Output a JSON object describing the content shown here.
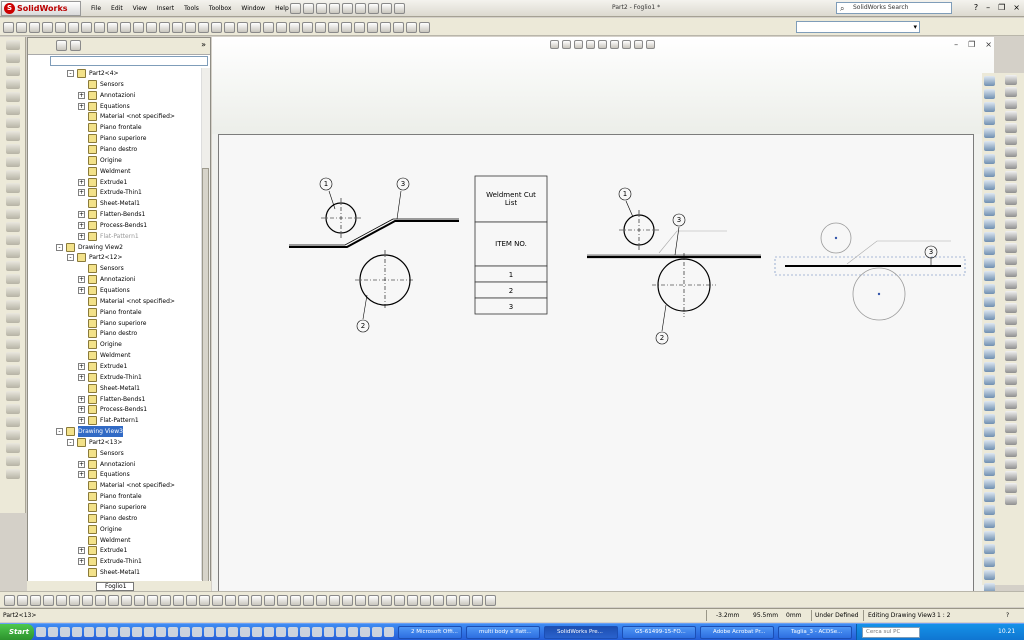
{
  "app": {
    "logo": "SolidWorks",
    "document_title": "Part2 - Foglio1 *"
  },
  "menu": [
    "File",
    "Edit",
    "View",
    "Insert",
    "Tools",
    "Toolbox",
    "Window",
    "Help"
  ],
  "search": {
    "placeholder": "SolidWorks Search"
  },
  "help_icon": "?",
  "tree": [
    {
      "label": "Part2<4>",
      "indent": 0,
      "icon": "part-icon",
      "exp": "-"
    },
    {
      "label": "Sensors",
      "indent": 1,
      "icon": "sensor-icon"
    },
    {
      "label": "Annotazioni",
      "indent": 1,
      "icon": "annotation-icon",
      "exp": "+"
    },
    {
      "label": "Equations",
      "indent": 1,
      "icon": "equation-icon",
      "exp": "+"
    },
    {
      "label": "Material <not specified>",
      "indent": 1,
      "icon": "material-icon"
    },
    {
      "label": "Piano frontale",
      "indent": 1,
      "icon": "plane-icon"
    },
    {
      "label": "Piano superiore",
      "indent": 1,
      "icon": "plane-icon"
    },
    {
      "label": "Piano destro",
      "indent": 1,
      "icon": "plane-icon"
    },
    {
      "label": "Origine",
      "indent": 1,
      "icon": "origin-icon"
    },
    {
      "label": "Weldment",
      "indent": 1,
      "icon": "weldment-icon"
    },
    {
      "label": "Extrude1",
      "indent": 1,
      "icon": "extrude-icon",
      "exp": "+"
    },
    {
      "label": "Extrude-Thin1",
      "indent": 1,
      "icon": "extrude-icon",
      "exp": "+"
    },
    {
      "label": "Sheet-Metal1",
      "indent": 1,
      "icon": "sheet-metal-icon"
    },
    {
      "label": "Flatten-Bends1",
      "indent": 1,
      "icon": "flatten-icon",
      "exp": "+"
    },
    {
      "label": "Process-Bends1",
      "indent": 1,
      "icon": "process-icon",
      "exp": "+"
    },
    {
      "label": "Flat-Pattern1",
      "indent": 1,
      "icon": "flat-pattern-icon",
      "exp": "+",
      "sup": true
    },
    {
      "label": "Drawing View2",
      "indent": -1,
      "icon": "drawing-view-icon",
      "exp": "-"
    },
    {
      "label": "Part2<12>",
      "indent": 0,
      "icon": "part-icon",
      "exp": "-"
    },
    {
      "label": "Sensors",
      "indent": 1,
      "icon": "sensor-icon"
    },
    {
      "label": "Annotazioni",
      "indent": 1,
      "icon": "annotation-icon",
      "exp": "+"
    },
    {
      "label": "Equations",
      "indent": 1,
      "icon": "equation-icon",
      "exp": "+"
    },
    {
      "label": "Material <not specified>",
      "indent": 1,
      "icon": "material-icon"
    },
    {
      "label": "Piano frontale",
      "indent": 1,
      "icon": "plane-icon"
    },
    {
      "label": "Piano superiore",
      "indent": 1,
      "icon": "plane-icon"
    },
    {
      "label": "Piano destro",
      "indent": 1,
      "icon": "plane-icon"
    },
    {
      "label": "Origine",
      "indent": 1,
      "icon": "origin-icon"
    },
    {
      "label": "Weldment",
      "indent": 1,
      "icon": "weldment-icon"
    },
    {
      "label": "Extrude1",
      "indent": 1,
      "icon": "extrude-icon",
      "exp": "+"
    },
    {
      "label": "Extrude-Thin1",
      "indent": 1,
      "icon": "extrude-icon",
      "exp": "+"
    },
    {
      "label": "Sheet-Metal1",
      "indent": 1,
      "icon": "sheet-metal-icon"
    },
    {
      "label": "Flatten-Bends1",
      "indent": 1,
      "icon": "flatten-icon",
      "exp": "+"
    },
    {
      "label": "Process-Bends1",
      "indent": 1,
      "icon": "process-icon",
      "exp": "+"
    },
    {
      "label": "Flat-Pattern1",
      "indent": 1,
      "icon": "flat-pattern-icon",
      "exp": "+"
    },
    {
      "label": "Drawing View3",
      "indent": -1,
      "icon": "drawing-view-icon",
      "exp": "-",
      "sel": true
    },
    {
      "label": "Part2<13>",
      "indent": 0,
      "icon": "part-icon",
      "exp": "-"
    },
    {
      "label": "Sensors",
      "indent": 1,
      "icon": "sensor-icon"
    },
    {
      "label": "Annotazioni",
      "indent": 1,
      "icon": "annotation-icon",
      "exp": "+"
    },
    {
      "label": "Equations",
      "indent": 1,
      "icon": "equation-icon",
      "exp": "+"
    },
    {
      "label": "Material <not specified>",
      "indent": 1,
      "icon": "material-icon"
    },
    {
      "label": "Piano frontale",
      "indent": 1,
      "icon": "plane-icon"
    },
    {
      "label": "Piano superiore",
      "indent": 1,
      "icon": "plane-icon"
    },
    {
      "label": "Piano destro",
      "indent": 1,
      "icon": "plane-icon"
    },
    {
      "label": "Origine",
      "indent": 1,
      "icon": "origin-icon"
    },
    {
      "label": "Weldment",
      "indent": 1,
      "icon": "weldment-icon"
    },
    {
      "label": "Extrude1",
      "indent": 1,
      "icon": "extrude-icon",
      "exp": "+"
    },
    {
      "label": "Extrude-Thin1",
      "indent": 1,
      "icon": "extrude-icon",
      "exp": "+"
    },
    {
      "label": "Sheet-Metal1",
      "indent": 1,
      "icon": "sheet-metal-icon"
    }
  ],
  "sheet_tab": "Foglio1",
  "cutlist": {
    "title_line1": "Weldment Cut",
    "title_line2": "List",
    "header": "ITEM NO.",
    "items": [
      "1",
      "2",
      "3"
    ]
  },
  "balloons": {
    "b1": "1",
    "b2": "2",
    "b3": "3"
  },
  "status": {
    "left": "Part2<13>",
    "x": "-3.2mm",
    "y": "95.5mm",
    "z": "0mm",
    "state": "Under Defined",
    "editing": "Editing Drawing View3",
    "scale": "1 : 2",
    "help": "?"
  },
  "taskbar": {
    "start": "Start",
    "tasks": [
      "2 Microsoft Offi...",
      "multi body e flatt...",
      "SolidWorks Pre...",
      "G5-61499-15-FO...",
      "Adobe Acrobat Pr...",
      "Taglia_3 - ACDSe..."
    ],
    "search_placeholder": "Cerca sul PC",
    "clock": "10.21"
  },
  "colors": {
    "selection": "#316ac5",
    "taskbar": "#245dd7",
    "start": "#2b8f2b"
  }
}
